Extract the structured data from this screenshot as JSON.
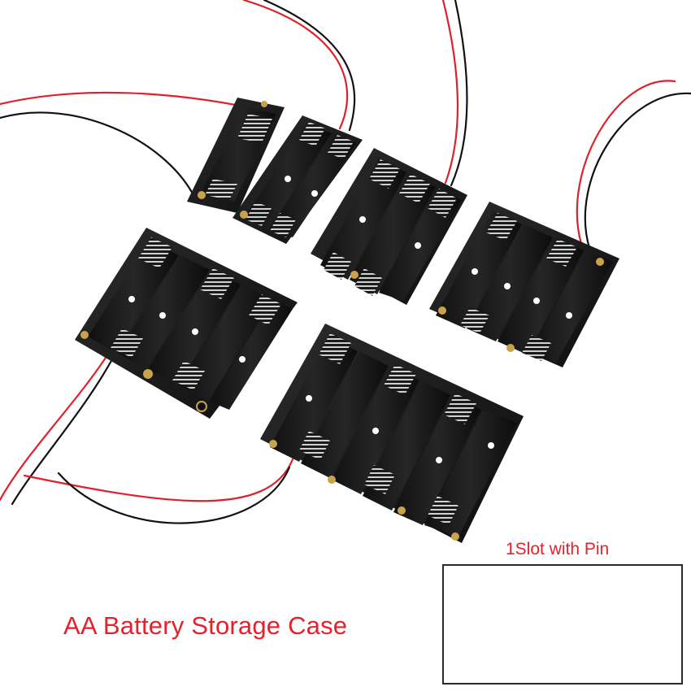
{
  "caption": {
    "title": "AA Battery Storage Case",
    "inset_label": "1Slot with Pin"
  },
  "colors": {
    "caption_red": "#e8202a",
    "holder_black": "#1b1b1b",
    "wire_red": "#e0202a",
    "wire_black": "#111111",
    "spring_metal": "#c9c9c9",
    "contact_gold": "#c9a24a"
  },
  "icons": [
    "battery-holder-1-slot",
    "battery-holder-2-slot",
    "battery-holder-3-slot",
    "battery-holder-4-slot",
    "battery-holder-5-slot",
    "battery-holder-6-slot",
    "battery-holder-with-pin"
  ]
}
